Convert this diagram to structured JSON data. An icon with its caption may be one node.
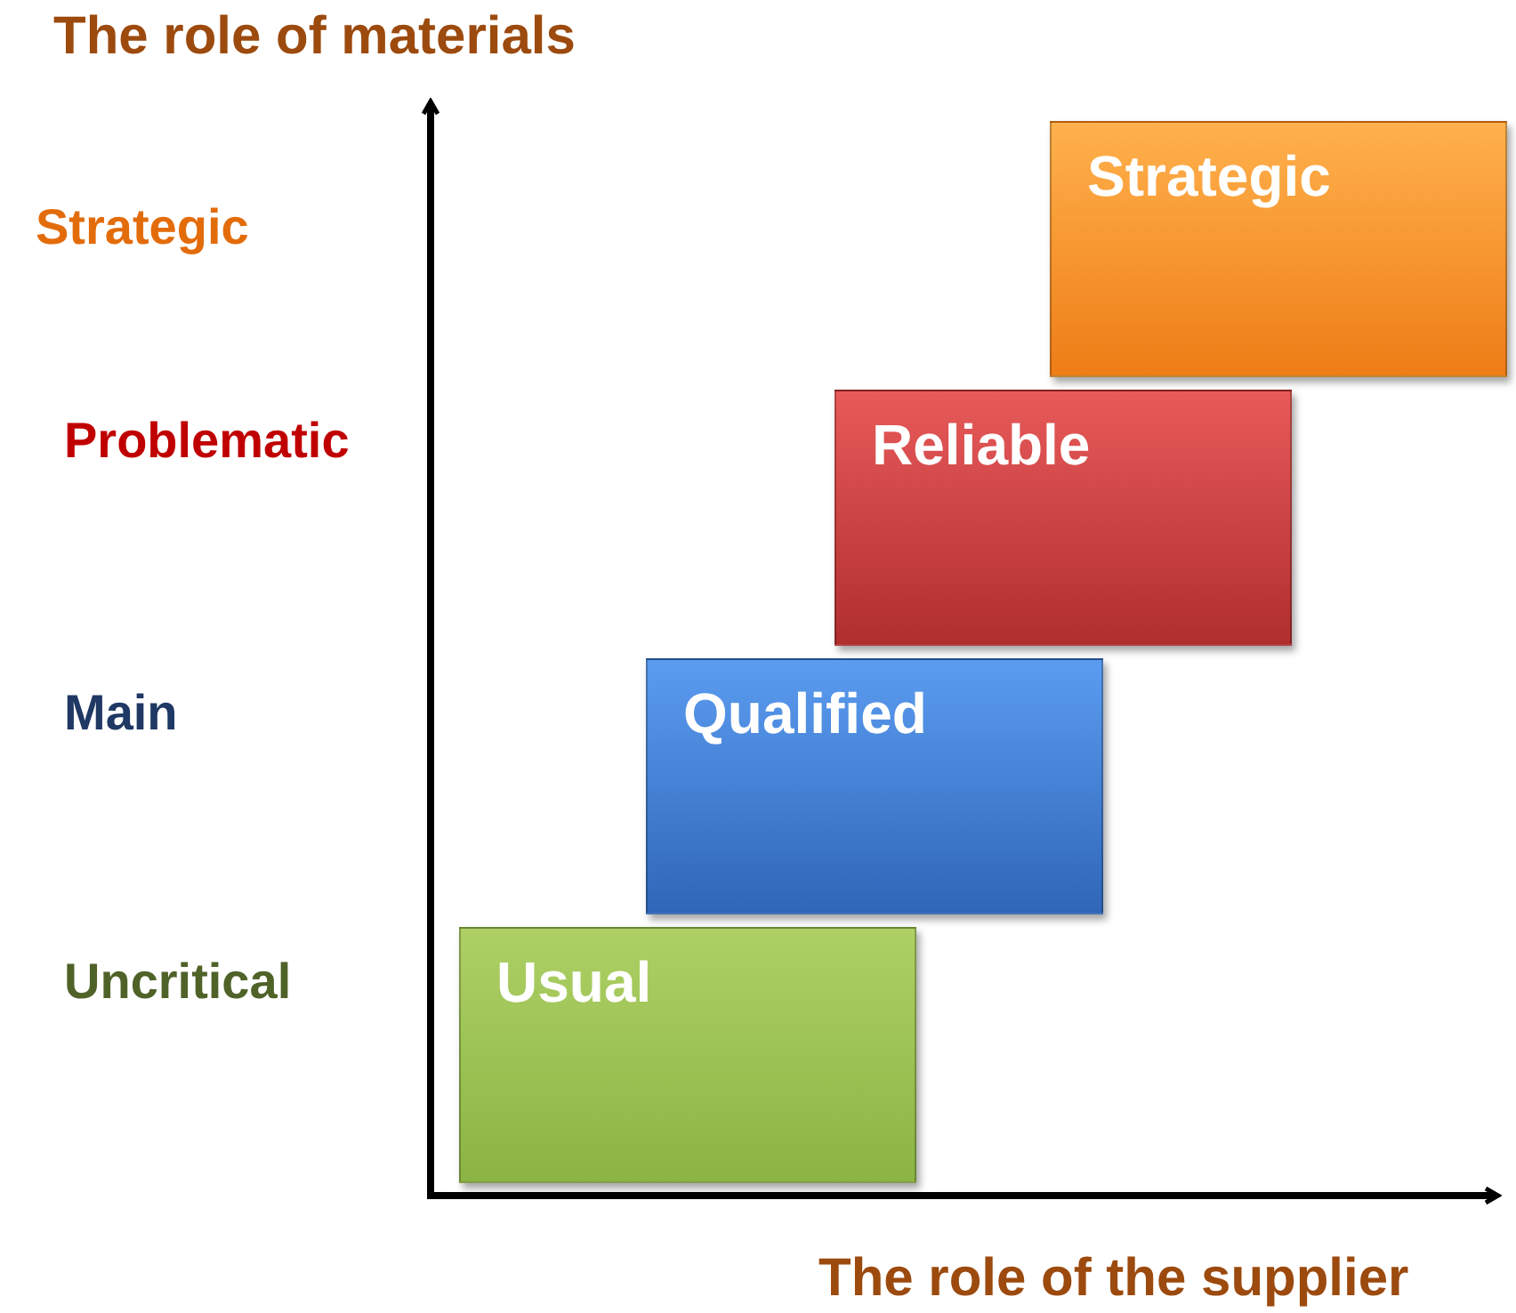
{
  "diagram": {
    "nodes": [
      {
        "text": [
          "Strategic"
        ]
      },
      {
        "text": [
          "Reliable"
        ]
      },
      {
        "text": [
          "Qualified"
        ]
      },
      {
        "text": [
          "Usual"
        ]
      }
    ],
    "labels": [
      "The role of materials",
      "Strategic",
      "Problematic",
      "Main",
      "Uncritical",
      "The role of the supplier"
    ]
  }
}
